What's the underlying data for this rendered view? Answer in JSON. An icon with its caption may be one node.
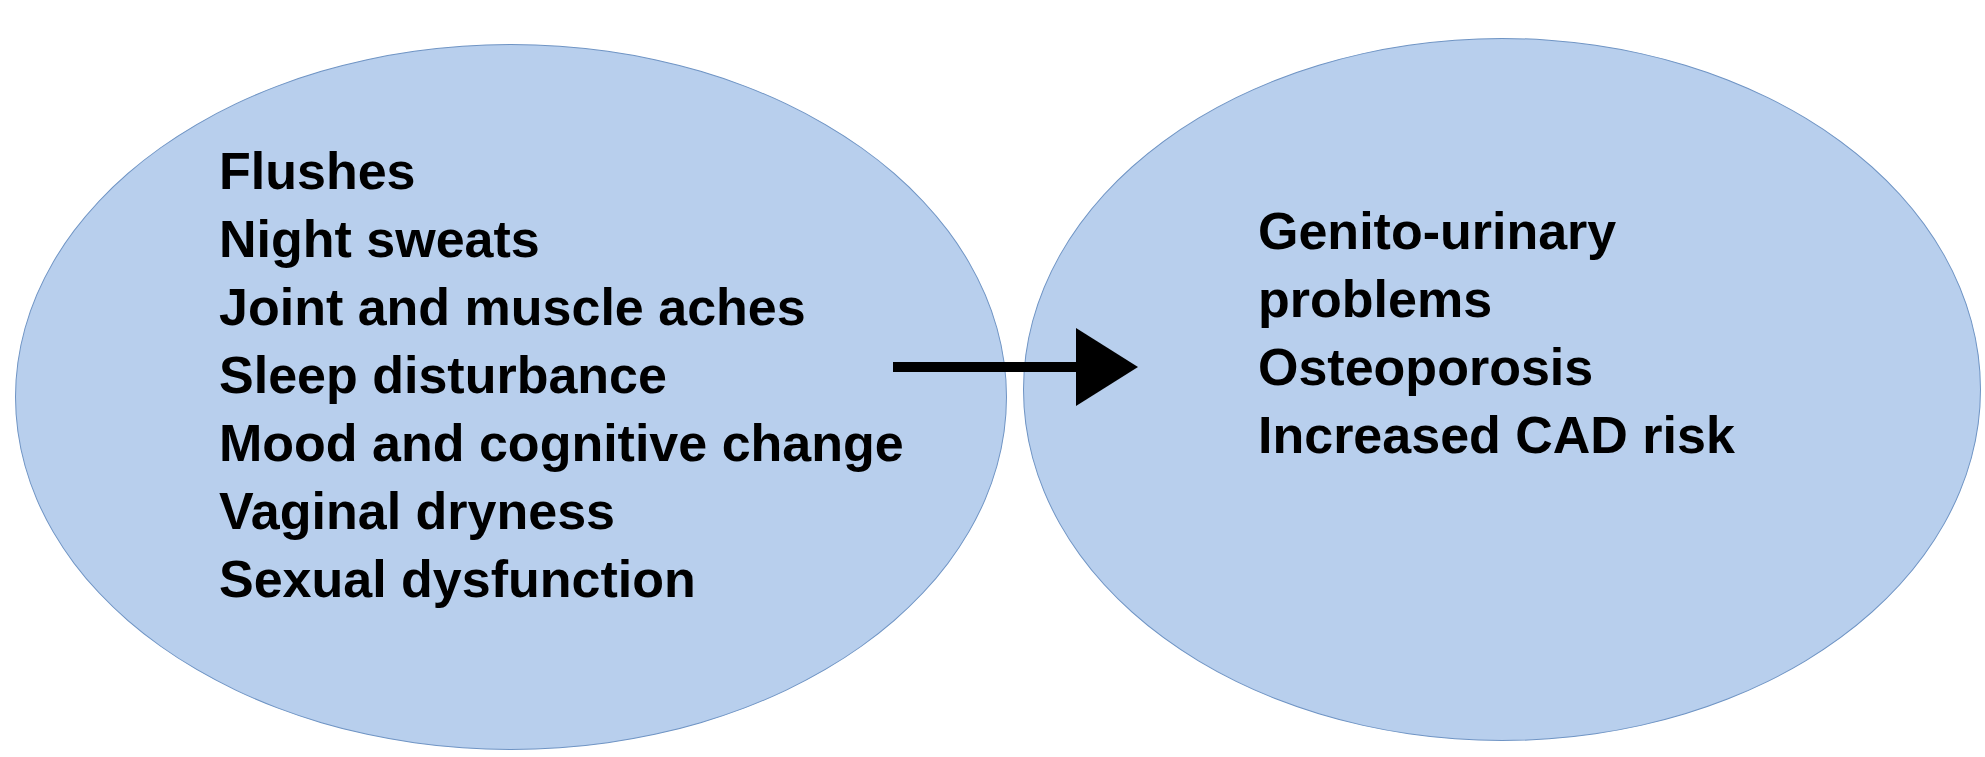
{
  "diagram": {
    "nodes": [
      {
        "text": [
          "Flushes",
          "Night sweats",
          "Joint and muscle aches",
          "Sleep disturbance",
          "Mood and cognitive change",
          "Vaginal dryness",
          "Sexual dysfunction"
        ]
      },
      {
        "text": [
          "Genito-urinary problems",
          "Osteoporosis",
          "Increased CAD risk"
        ]
      }
    ],
    "edges": [
      {
        "from": 0,
        "to": 1,
        "arrow": "to"
      }
    ]
  }
}
